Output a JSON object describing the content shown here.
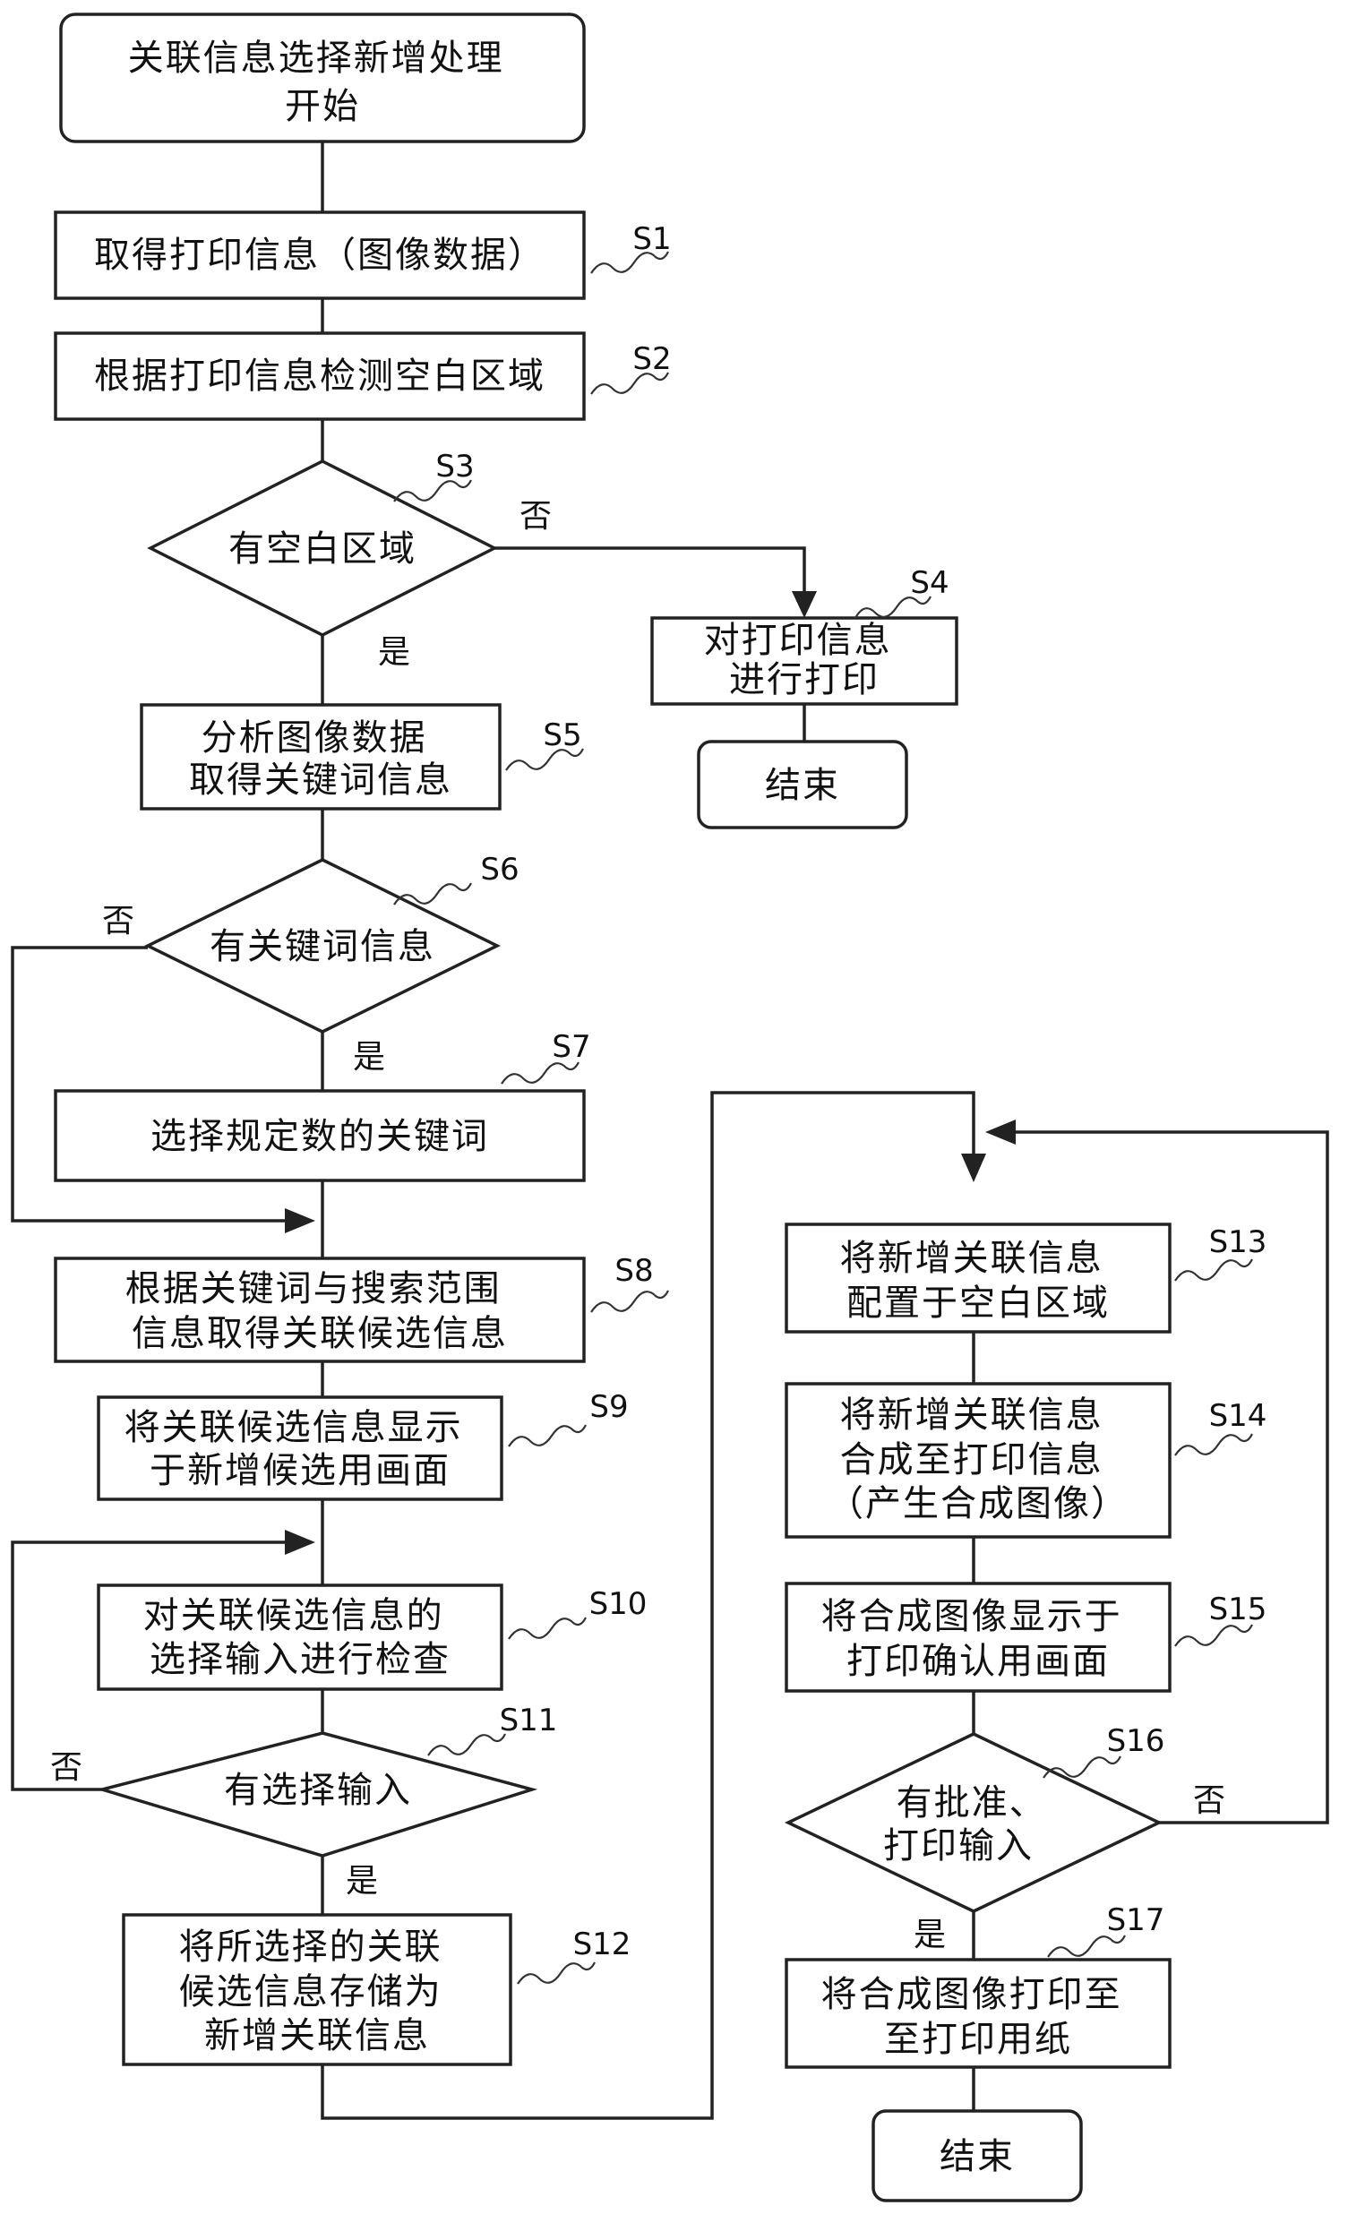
{
  "nodes": {
    "start": {
      "lines": [
        "关联信息选择新增处理",
        "开始"
      ]
    },
    "s1": {
      "step": "S1",
      "lines": [
        "取得打印信息（图像数据）"
      ]
    },
    "s2": {
      "step": "S2",
      "lines": [
        "根据打印信息检测空白区域"
      ]
    },
    "s3": {
      "step": "S3",
      "lines": [
        "有空白区域"
      ]
    },
    "s4": {
      "step": "S4",
      "lines": [
        "对打印信息",
        "进行打印"
      ]
    },
    "end1": {
      "lines": [
        "结束"
      ]
    },
    "s5": {
      "step": "S5",
      "lines": [
        "分析图像数据",
        "取得关键词信息"
      ]
    },
    "s6": {
      "step": "S6",
      "lines": [
        "有关键词信息"
      ]
    },
    "s7": {
      "step": "S7",
      "lines": [
        "选择规定数的关键词"
      ]
    },
    "s8": {
      "step": "S8",
      "lines": [
        "根据关键词与搜索范围",
        "信息取得关联候选信息"
      ]
    },
    "s9": {
      "step": "S9",
      "lines": [
        "将关联候选信息显示",
        "于新增候选用画面"
      ]
    },
    "s10": {
      "step": "S10",
      "lines": [
        "对关联候选信息的",
        "选择输入进行检查"
      ]
    },
    "s11": {
      "step": "S11",
      "lines": [
        "有选择输入"
      ]
    },
    "s12": {
      "step": "S12",
      "lines": [
        "将所选择的关联",
        "候选信息存储为",
        "新增关联信息"
      ]
    },
    "s13": {
      "step": "S13",
      "lines": [
        "将新增关联信息",
        "配置于空白区域"
      ]
    },
    "s14": {
      "step": "S14",
      "lines": [
        "将新增关联信息",
        "合成至打印信息",
        "（产生合成图像）"
      ]
    },
    "s15": {
      "step": "S15",
      "lines": [
        "将合成图像显示于",
        "打印确认用画面"
      ]
    },
    "s16": {
      "step": "S16",
      "lines": [
        "有批准、",
        "打印输入"
      ]
    },
    "s17": {
      "step": "S17",
      "lines": [
        "将合成图像打印至",
        "至打印用纸"
      ]
    },
    "end2": {
      "lines": [
        "结束"
      ]
    }
  },
  "branch_labels": {
    "s3_no": "否",
    "s3_yes": "是",
    "s6_no": "否",
    "s6_yes": "是",
    "s11_no": "否",
    "s11_yes": "是",
    "s16_no": "否",
    "s16_yes": "是"
  }
}
